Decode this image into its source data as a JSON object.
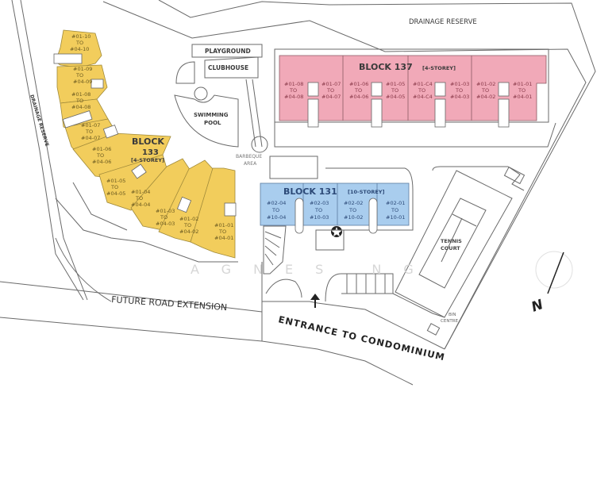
{
  "map": {
    "labels": {
      "drainage_reserve_top": "DRAINAGE RESERVE",
      "drainage_reserve_left": "DRAINAGE RESERVE",
      "playground": "PLAYGROUND",
      "clubhouse": "CLUBHOUSE",
      "swimming_pool_1": "SWIMMING",
      "swimming_pool_2": "POOL",
      "barbeque_1": "BARBEQUE",
      "barbeque_2": "AREA",
      "tennis_1": "TENNIS",
      "tennis_2": "COURT",
      "bin_1": "BIN",
      "bin_2": "CENTRE",
      "future_road": "FUTURE ROAD EXTENSION",
      "entrance": "ENTRANCE TO CONDOMINIUM",
      "north": "N",
      "watermark": "AGNES NG"
    },
    "colors": {
      "block133": "#f2cd5c",
      "block137": "#f1a9b8",
      "block131": "#a9cdee",
      "line": "#6a6a6a"
    },
    "block137": {
      "title": "BLOCK 137",
      "storeys": "[4-STOREY]",
      "units": [
        {
          "from": "#01-08",
          "to_word": "TO",
          "to": "#04-08"
        },
        {
          "from": "#01-07",
          "to_word": "TO",
          "to": "#04-07"
        },
        {
          "from": "#01-06",
          "to_word": "TO",
          "to": "#04-06"
        },
        {
          "from": "#01-05",
          "to_word": "TO",
          "to": "#04-05"
        },
        {
          "from": "#01-C4",
          "to_word": "TO",
          "to": "#04-C4"
        },
        {
          "from": "#01-03",
          "to_word": "TO",
          "to": "#04-03"
        },
        {
          "from": "#01-02",
          "to_word": "TO",
          "to": "#04-02"
        },
        {
          "from": "#01-01",
          "to_word": "TO",
          "to": "#04-01"
        }
      ]
    },
    "block133": {
      "title_1": "BLOCK",
      "title_2": "133",
      "storeys": "[4-STOREY]",
      "units": [
        {
          "from": "#01-10",
          "to_word": "TO",
          "to": "#04-10"
        },
        {
          "from": "#01-09",
          "to_word": "TO",
          "to": "#04-09"
        },
        {
          "from": "#01-08",
          "to_word": "TO",
          "to": "#04-08"
        },
        {
          "from": "#01-07",
          "to_word": "TO",
          "to": "#04-07"
        },
        {
          "from": "#01-06",
          "to_word": "TO",
          "to": "#04-06"
        },
        {
          "from": "#01-05",
          "to_word": "TO",
          "to": "#04-05"
        },
        {
          "from": "#01-04",
          "to_word": "TO",
          "to": "#04-04"
        },
        {
          "from": "#01-03",
          "to_word": "TO",
          "to": "#04-03"
        },
        {
          "from": "#01-02",
          "to_word": "TO",
          "to": "#04-02"
        },
        {
          "from": "#01-01",
          "to_word": "TO",
          "to": "#04-01"
        }
      ]
    },
    "block131": {
      "title": "BLOCK 131",
      "storeys": "[10-STOREY]",
      "units": [
        {
          "from": "#02-04",
          "to_word": "TO",
          "to": "#10-04"
        },
        {
          "from": "#02-03",
          "to_word": "TO",
          "to": "#10-03"
        },
        {
          "from": "#02-02",
          "to_word": "TO",
          "to": "#10-02"
        },
        {
          "from": "#02-01",
          "to_word": "TO",
          "to": "#10-01"
        }
      ]
    },
    "icons": {
      "star": "location-star-icon",
      "entrance_arrow": "entrance-arrow-icon",
      "north": "north-arrow-icon"
    }
  }
}
